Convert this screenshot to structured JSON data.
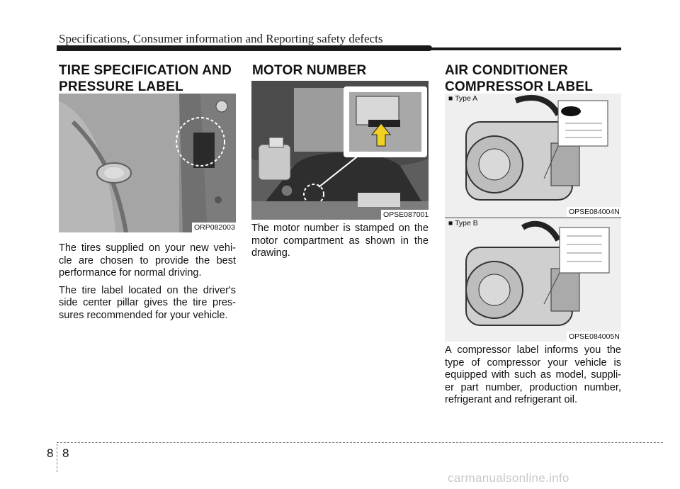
{
  "header": {
    "title": "Specifications, Consumer information and Reporting safety defects"
  },
  "sections": {
    "tire": {
      "title_line1": "TIRE SPECIFICATION AND",
      "title_line2": "PRESSURE LABEL",
      "image_code": "ORP082003",
      "para1": "The tires supplied on your new vehi-cle are chosen to provide the best performance for normal driving.",
      "para2": "The tire label located on the driver's side center pillar gives the tire pres-sures recommended for your vehicle."
    },
    "motor": {
      "title": "MOTOR NUMBER",
      "image_code": "OPSE087001",
      "para1": "The motor number is stamped on the motor compartment as shown in the drawing."
    },
    "ac": {
      "title_line1": "AIR CONDITIONER",
      "title_line2": "COMPRESSOR LABEL",
      "type_a": "■ Type A",
      "type_b": "■ Type B",
      "image_code_a": "OPSE084004N",
      "image_code_b": "OPSE084005N",
      "para1": "A compressor label informs you the type of compressor your vehicle is equipped with such as model, suppli-er part number, production number, refrigerant and refrigerant oil."
    }
  },
  "footer": {
    "page_left": "8",
    "page_right": "8",
    "watermark": "carmanualsonline.info"
  }
}
